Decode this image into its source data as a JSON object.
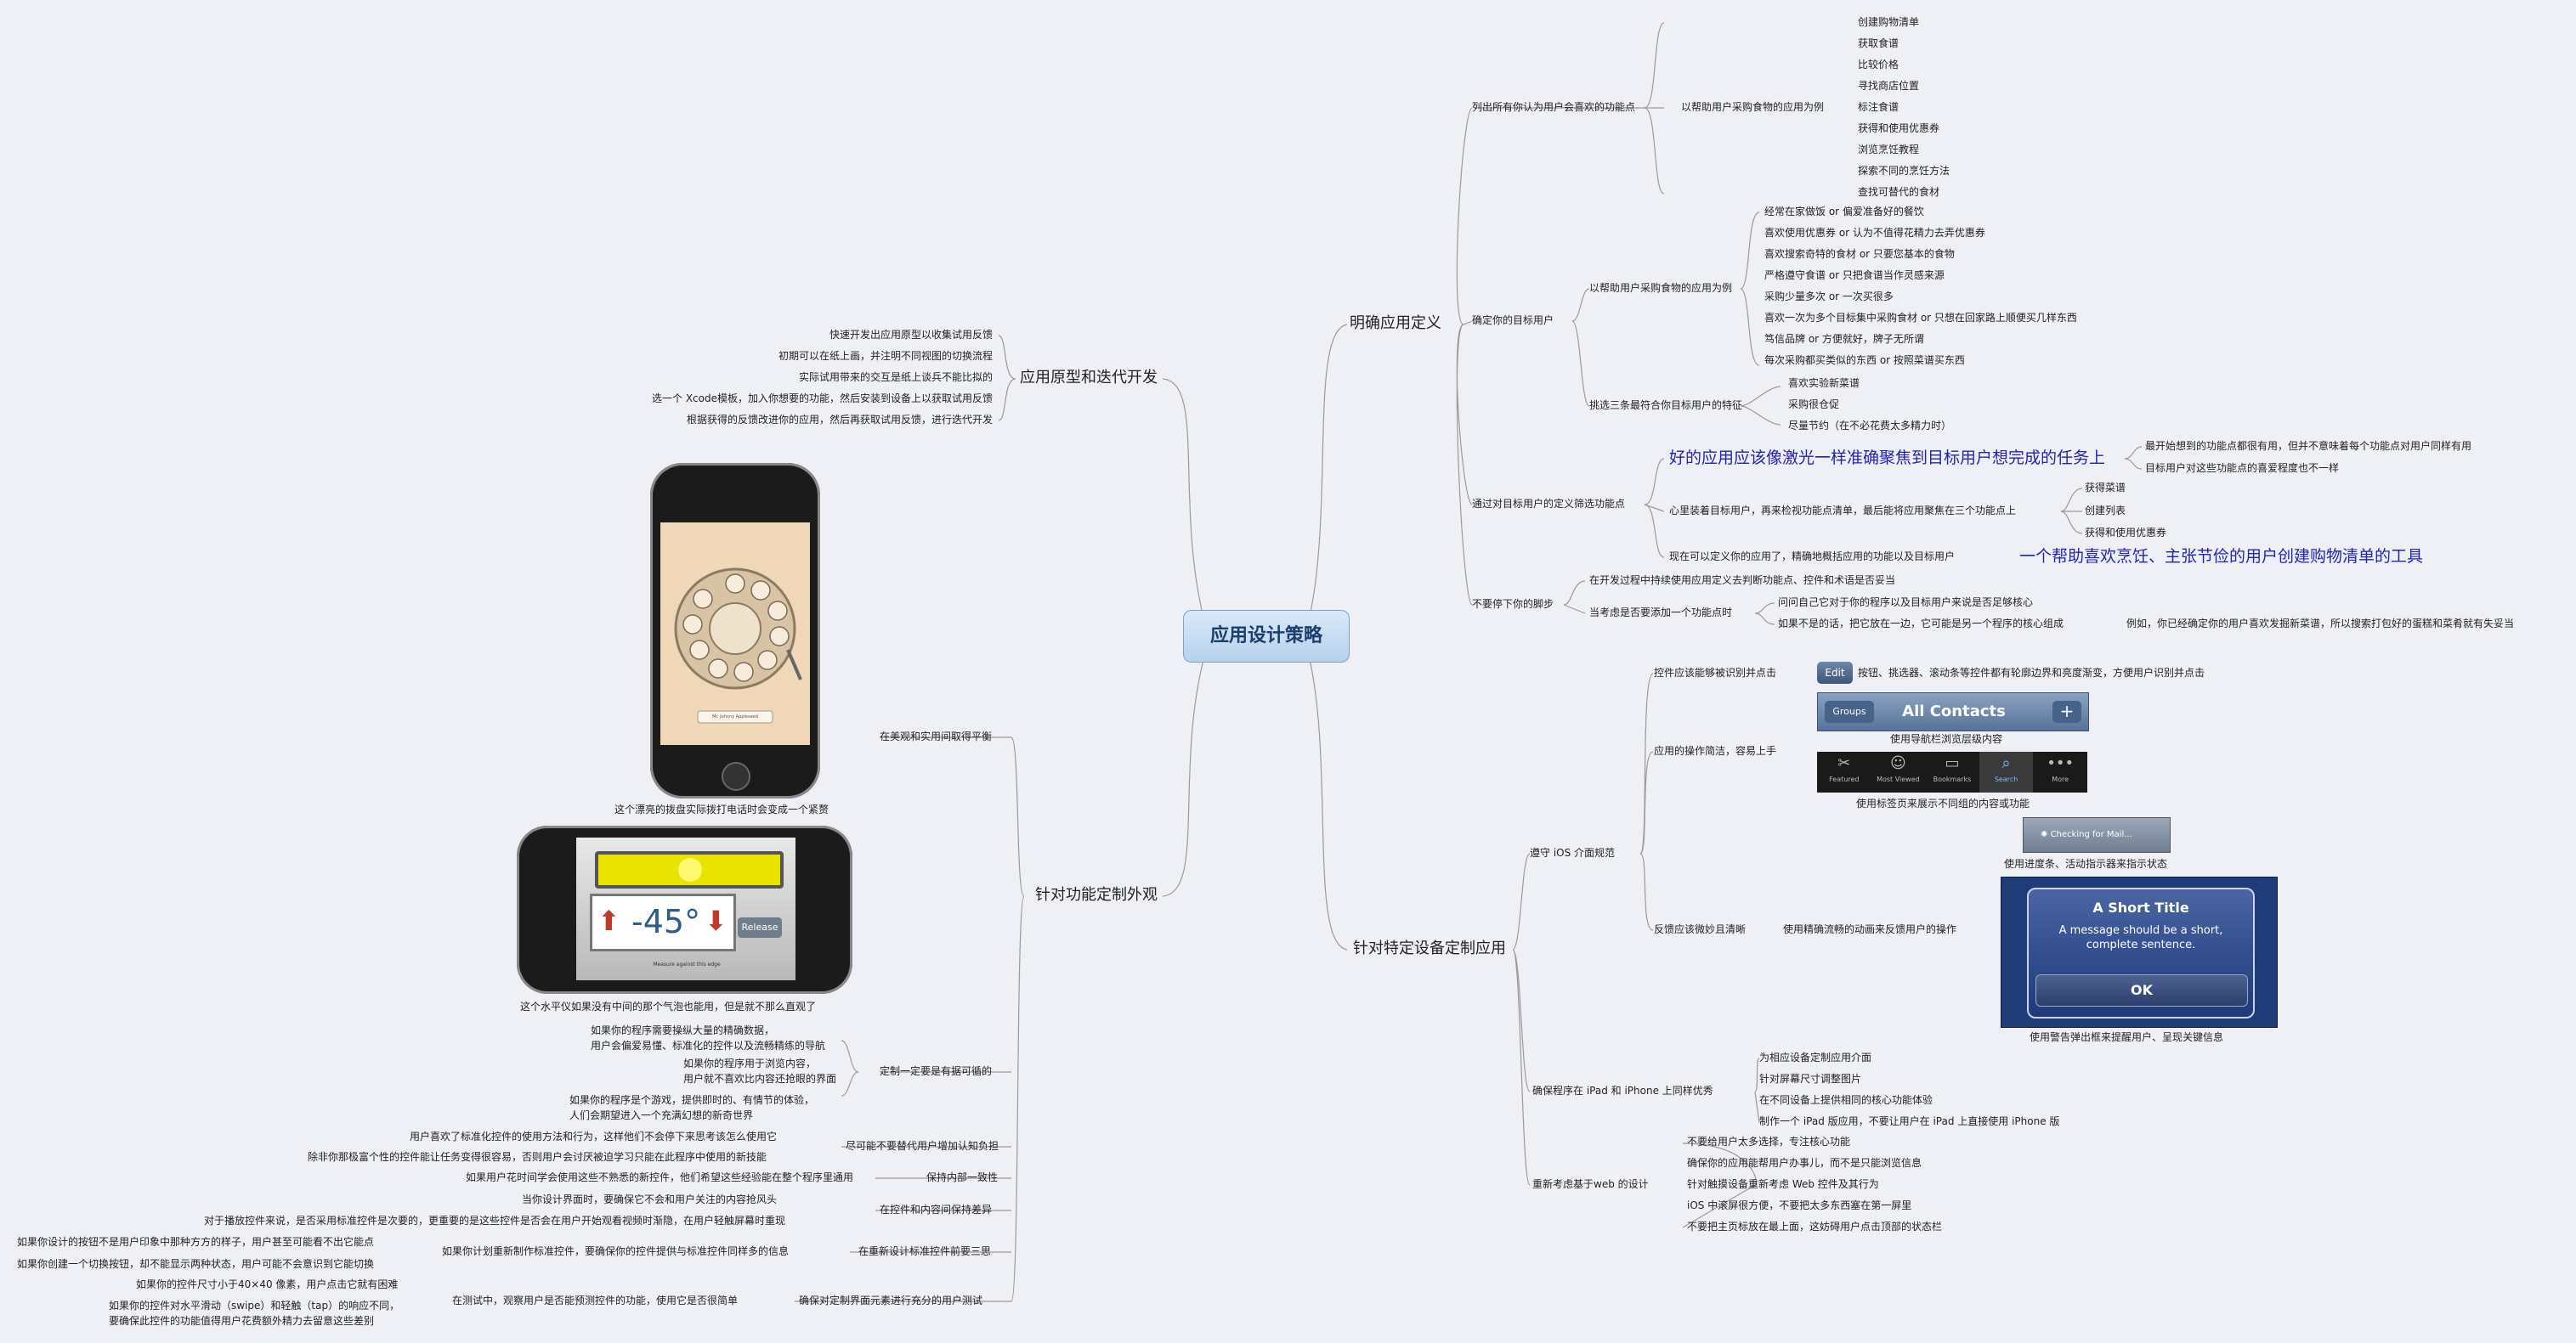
{
  "root": "应用设计策略",
  "branches": {
    "define": "明确应用定义",
    "prototype": "应用原型和迭代开发",
    "custom": "针对功能定制外观",
    "device": "针对特定设备定制应用"
  },
  "define_nodes": {
    "list_all": "列出所有你认为用户会喜欢的功能点",
    "example_shop": "以帮助用户采购食物的应用为例",
    "shop_items": [
      "创建购物清单",
      "获取食谱",
      "比较价格",
      "寻找商店位置",
      "标注食谱",
      "获得和使用优惠券",
      "浏览烹饪教程",
      "探索不同的烹饪方法",
      "查找可替代的食材"
    ],
    "target_user": "确定你的目标用户",
    "example_shop2": "以帮助用户采购食物的应用为例",
    "user_items": [
      "经常在家做饭 or 偏爱准备好的餐饮",
      "喜欢使用优惠券 or 认为不值得花精力去弄优惠券",
      "喜欢搜索奇特的食材 or 只要您基本的食物",
      "严格遵守食谱 or 只把食谱当作灵感来源",
      "采购少量多次 or 一次买很多",
      "喜欢一次为多个目标集中采购食材 or 只想在回家路上顺便买几样东西",
      "笃信品牌 or 方便就好，牌子无所谓",
      "每次采购都买类似的东西 or 按照菜谱买东西"
    ],
    "pick_three": "挑选三条最符合你目标用户的特征",
    "three_items": [
      "喜欢实验新菜谱",
      "采购很仓促",
      "尽量节约（在不必花费太多精力时）"
    ],
    "filter": "通过对目标用户的定义筛选功能点",
    "laser": "好的应用应该像激光一样准确聚焦到目标用户想完成的任务上",
    "laser_notes": [
      "最开始想到的功能点都很有用，但并不意味着每个功能点对用户同样有用",
      "目标用户对这些功能点的喜爱程度也不一样"
    ],
    "mind_user": "心里装着目标用户，再来检视功能点清单，最后能将应用聚焦在三个功能点上",
    "three_features": [
      "获得菜谱",
      "创建列表",
      "获得和使用优惠券"
    ],
    "define_now": "现在可以定义你的应用了，精确地概括应用的功能以及目标用户",
    "tool": "一个帮助喜欢烹饪、主张节俭的用户创建购物清单的工具",
    "keep_going": "不要停下你的脚步",
    "keep_items": [
      "在开发过程中持续使用应用定义去判断功能点、控件和术语是否妥当"
    ],
    "new_feature": "当考虑是否要添加一个功能点时",
    "new_feature_items": [
      "问问自己它对于你的程序以及目标用户来说是否足够核心",
      "如果不是的话，把它放在一边，它可能是另一个程序的核心组成"
    ],
    "new_feature_example": "例如，你已经确定你的用户喜欢发掘新菜谱，所以搜索打包好的蛋糕和菜肴就有失妥当"
  },
  "prototype_items": [
    "快速开发出应用原型以收集试用反馈",
    "初期可以在纸上画，并注明不同视图的切换流程",
    "实际试用带来的交互是纸上谈兵不能比拟的",
    "选一个 Xcode模板，加入你想要的功能，然后安装到设备上以获取试用反馈",
    "根据获得的反馈改进你的应用，然后再获取试用反馈，进行迭代开发"
  ],
  "custom_nodes": {
    "balance": "在美观和实用间取得平衡",
    "phone_caption": "这个漂亮的拨盘实际拨打电话时会变成一个紧赘",
    "level_caption": "这个水平仪如果没有中间的那个气泡也能用，但是就不那么直观了",
    "level_display": "-45°",
    "level_release": "Release",
    "level_hint": "Measure against this edge",
    "phone_btn": "Mr. Johnny Appleseed",
    "goal": "定制一定要是有据可循的",
    "goal_items": [
      "如果你的程序需要操纵大量的精确数据，\n用户会偏爱易懂、标准化的控件以及流畅精练的导航",
      "如果你的程序用于浏览内容，\n用户就不喜欢比内容还抢眼的界面",
      "如果你的程序是个游戏，提供即时的、有情节的体验，\n人们会期望进入一个充满幻想的新奇世界"
    ],
    "no_replace": "尽可能不要替代用户增加认知负担",
    "no_replace_items": [
      "用户喜欢了标准化控件的使用方法和行为，这样他们不会停下来思考该怎么使用它",
      "除非你那极富个性的控件能让任务变得很容易，否则用户会讨厌被迫学习只能在此程序中使用的新技能"
    ],
    "consistent": "保持内部一致性",
    "consistent_items": [
      "如果用户花时间学会使用这些不熟悉的新控件，他们希望这些经验能在整个程序里通用"
    ],
    "content": "在控件和内容间保持差异",
    "content_items": [
      "当你设计界面时，要确保它不会和用户关注的内容抢风头",
      "对于播放控件来说，是否采用标准控件是次要的，更重要的是这些控件是否会在用户开始观看视频时渐隐，在用户轻触屏幕时重现"
    ],
    "redesign": "在重新设计标准控件前要三思",
    "redesign_note": "如果你计划重新制作标准控件，要确保你的控件提供与标准控件同样多的信息",
    "redesign_items": [
      "如果你设计的按钮不是用户印象中那种方方的样子，用户甚至可能看不出它能点",
      "如果你创建一个切换按钮，却不能显示两种状态，用户可能不会意识到它能切换"
    ],
    "test": "确保对定制界面元素进行充分的用户测试",
    "test_note": "在测试中，观察用户是否能预测控件的功能，使用它是否很简单",
    "test_items": [
      "如果你的控件尺寸小于40×40 像素，用户点击它就有困难",
      "如果你的控件对水平滑动（swipe）和轻触（tap）的响应不同，\n要确保此控件的功能值得用户花费额外精力去留意这些差别"
    ]
  },
  "device_nodes": {
    "ios": "遵守 iOS 介面规范",
    "clickable": "控件应该能够被识别并点击",
    "edit_label": "Edit",
    "edit_note": "按钮、挑选器、滚动条等控件都有轮廓边界和亮度渐变，方便用户识别并点击",
    "simple": "应用的操作简洁，容易上手",
    "contacts_groups": "Groups",
    "contacts_title": "All Contacts",
    "contacts_plus": "+",
    "nav_note": "使用导航栏浏览层级内容",
    "tabs": [
      "Featured",
      "Most Viewed",
      "Bookmarks",
      "Search",
      "More"
    ],
    "tab_note": "使用标签页来展示不同组的内容或功能",
    "feedback": "反馈应该微妙且清晰",
    "anim_note": "使用精确流畅的动画来反馈用户的操作",
    "checking": "Checking for Mail...",
    "progress_note": "使用进度条、活动指示器来指示状态",
    "alert_title": "A Short Title",
    "alert_msg": "A message should be a short, complete sentence.",
    "alert_ok": "OK",
    "alert_note": "使用警告弹出框来提醒用户、呈现关键信息",
    "universal": "确保程序在 iPad 和 iPhone 上同样优秀",
    "universal_items": [
      "为相应设备定制应用介面",
      "针对屏幕尺寸调整图片",
      "在不同设备上提供相同的核心功能体验",
      "制作一个 iPad 版应用，不要让用户在 iPad 上直接使用 iPhone 版"
    ],
    "web": "重新考虑基于web 的设计",
    "web_items": [
      "不要给用户太多选择，专注核心功能",
      "确保你的应用能帮用户办事儿，而不是只能浏览信息",
      "针对触摸设备重新考虑 Web 控件及其行为",
      "iOS 中滚屏很方便，不要把太多东西塞在第一屏里",
      "不要把主页标放在最上面，这妨碍用户点击顶部的状态栏"
    ]
  }
}
